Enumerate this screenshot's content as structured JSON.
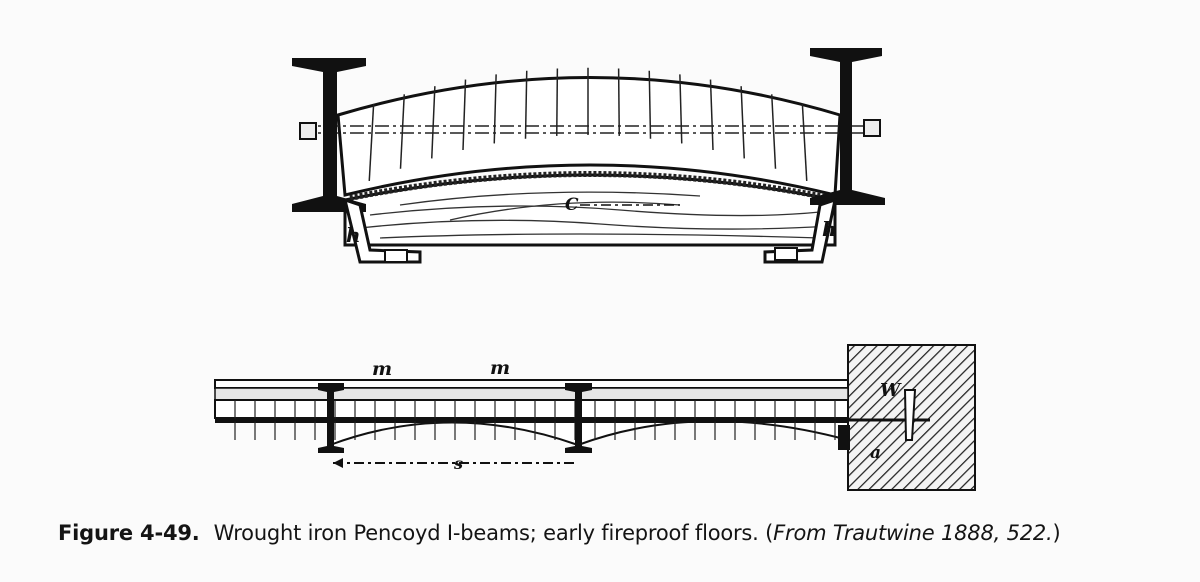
{
  "figure": {
    "top_labels": {
      "left_bracket": "h",
      "right_bracket": "h",
      "center": "C"
    },
    "bottom_labels": {
      "m1": "m",
      "m2": "m",
      "wall_anchor": "W",
      "angle": "a",
      "span": "s"
    }
  },
  "caption": {
    "number": "Figure 4-49.",
    "text": "Wrought iron Pencoyd I-beams; early fireproof floors. (",
    "source": "From Trautwine 1888, 522.",
    "close": ")"
  }
}
